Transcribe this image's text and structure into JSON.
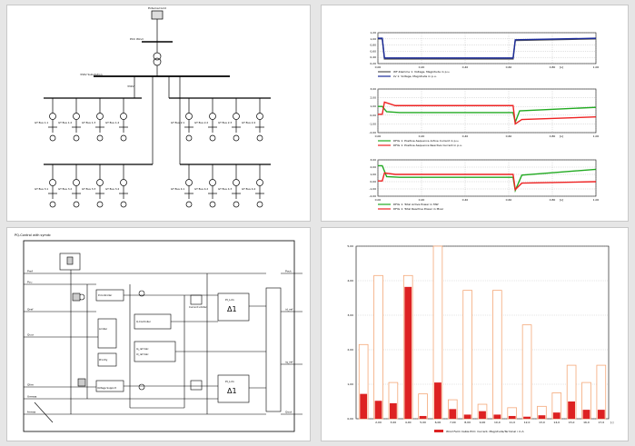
{
  "sld": {
    "grid_label": "External Grid",
    "pcc_label": "PCC Wind",
    "bus_label": "33kV Substation",
    "feeder_bus_label": "33kV",
    "wtg_row1": [
      "GT Bus 1.1",
      "GT Bus 1.2",
      "GT Bus 1.3",
      "GT Bus 1.4",
      "GT Bus 2.1",
      "GT Bus 2.2",
      "GT Bus 2.3",
      "GT Bus 2.4"
    ],
    "wtg_row2": [
      "GT Bus 3.1",
      "GT Bus 3.2",
      "GT Bus 3.3",
      "GT Bus 3.4",
      "GT Bus 4.1",
      "GT Bus 4.2",
      "GT Bus 4.3",
      "GT Bus 4.4"
    ]
  },
  "ctrl": {
    "title": "PQ-Control with symdc",
    "inputs_left": [
      "Pref",
      "Pcu",
      "Qref",
      "Qcur",
      "Qlim",
      "Umeas",
      "fmeas"
    ],
    "outputs_right": [
      "Pout",
      "id_ref",
      "iq_ref",
      "Qout"
    ],
    "blocks": [
      "P-Controller",
      "Q-Controller",
      "Limiter",
      "Iq_ref Calc",
      "Id_ref Calc",
      "Voltage Support",
      "Priority",
      "Current Limiter"
    ],
    "lim_labels": [
      "PI_Lim",
      "PI_Lim"
    ]
  },
  "chart_data": [
    {
      "type": "line",
      "x_ticks": [
        "0,00",
        "0,20",
        "0,40",
        "0,60",
        "0,80",
        "1,00"
      ],
      "xunit": "[s]",
      "y_ticks": [
        "0,20",
        "0,40",
        "0,60",
        "0,80",
        "1,00",
        "1,20"
      ],
      "ylim": [
        0.2,
        1.2
      ],
      "grid": true,
      "series": [
        {
          "name": "WF-Klemme 1: Voltage, Magnitude in p.u.",
          "color": "#555555",
          "x": [
            0,
            0.02,
            0.03,
            0.62,
            0.63,
            1.0
          ],
          "y": [
            1.0,
            1.0,
            0.35,
            0.35,
            0.95,
            1.0
          ]
        },
        {
          "name": "LV 1: Voltage, Magnitude in p.u.",
          "color": "#1a2a9a",
          "x": [
            0,
            0.02,
            0.03,
            0.62,
            0.63,
            1.0
          ],
          "y": [
            1.02,
            1.02,
            0.38,
            0.38,
            0.97,
            1.02
          ]
        }
      ]
    },
    {
      "type": "line",
      "x_ticks": [
        "0,00",
        "0,20",
        "0,40",
        "0,60",
        "0,80",
        "1,00"
      ],
      "xunit": "[s]",
      "y_ticks": [
        "-2,00",
        "-1,00",
        "0,00",
        "1,00",
        "2,00",
        "3,00"
      ],
      "ylim": [
        -2,
        3
      ],
      "grid": true,
      "series": [
        {
          "name": "DFIG 1: Positive-Sequence Active Current in p.u.",
          "color": "#22aa22",
          "x": [
            0,
            0.02,
            0.04,
            0.1,
            0.3,
            0.62,
            0.63,
            0.65,
            1.0
          ],
          "y": [
            1.0,
            1.0,
            0.4,
            0.3,
            0.3,
            0.3,
            -0.8,
            0.5,
            0.9
          ]
        },
        {
          "name": "DFIG 1: Positive-Sequence Reactive Current in p.u.",
          "color": "#ee2222",
          "x": [
            0,
            0.02,
            0.03,
            0.08,
            0.62,
            0.63,
            0.66,
            1.0
          ],
          "y": [
            0.1,
            0.1,
            1.5,
            1.1,
            1.1,
            -1.0,
            -0.5,
            -0.2
          ]
        }
      ]
    },
    {
      "type": "line",
      "x_ticks": [
        "0,00",
        "0,20",
        "0,40",
        "0,60",
        "0,80",
        "1,00"
      ],
      "xunit": "[s]",
      "y_ticks": [
        "-2,00",
        "-1,00",
        "0,00",
        "1,00",
        "2,00",
        "3,00"
      ],
      "ylim": [
        -2,
        3
      ],
      "grid": true,
      "series": [
        {
          "name": "DFIG 1: Total Active Power in MW",
          "color": "#22aa22",
          "x": [
            0,
            0.02,
            0.04,
            0.1,
            0.62,
            0.63,
            0.66,
            1.0
          ],
          "y": [
            2.2,
            2.2,
            0.7,
            0.6,
            0.6,
            -1.2,
            0.9,
            1.7
          ]
        },
        {
          "name": "DFIG 1: Total Reactive Power in Mvar",
          "color": "#ee2222",
          "x": [
            0,
            0.02,
            0.03,
            0.08,
            0.62,
            0.63,
            0.66,
            1.0
          ],
          "y": [
            0.1,
            0.1,
            1.2,
            1.0,
            1.0,
            -1.1,
            -0.2,
            0.0
          ]
        }
      ]
    },
    {
      "type": "bar",
      "categories": [
        "1,00",
        "2,00",
        "3,00",
        "4,00",
        "5,00",
        "6,00",
        "7,00",
        "8,00",
        "9,00",
        "10,0",
        "11,0",
        "12,0",
        "13,0",
        "14,0",
        "15,0",
        "16,0",
        "17,0"
      ],
      "x_tick_labels": [
        "2,00",
        "3,00",
        "4,00",
        "5,00",
        "6,00",
        "7,00",
        "8,00",
        "9,00",
        "10,0",
        "11,0",
        "12,0",
        "13,0",
        "14,0",
        "15,0",
        "16,0",
        "17,0"
      ],
      "xunit": "[-]",
      "y_ticks": [
        "0,00",
        "1,00",
        "2,00",
        "3,00",
        "4,00",
        "5,00"
      ],
      "ylim": [
        0,
        5
      ],
      "series": [
        {
          "name": "Wind Farm Cable PCC: Current, Magnitude/Terminal i in A",
          "color": "#dd2222",
          "values": [
            0.72,
            0.52,
            0.45,
            3.82,
            0.08,
            1.05,
            0.28,
            0.12,
            0.22,
            0.12,
            0.08,
            0.06,
            0.1,
            0.18,
            0.5,
            0.26,
            0.26
          ]
        },
        {
          "name": "",
          "color": "#f4a878",
          "values": [
            2.15,
            4.15,
            1.05,
            4.15,
            0.72,
            5.0,
            0.55,
            3.72,
            0.42,
            3.72,
            0.32,
            2.72,
            0.36,
            0.75,
            1.55,
            1.05,
            1.55
          ]
        }
      ]
    }
  ]
}
